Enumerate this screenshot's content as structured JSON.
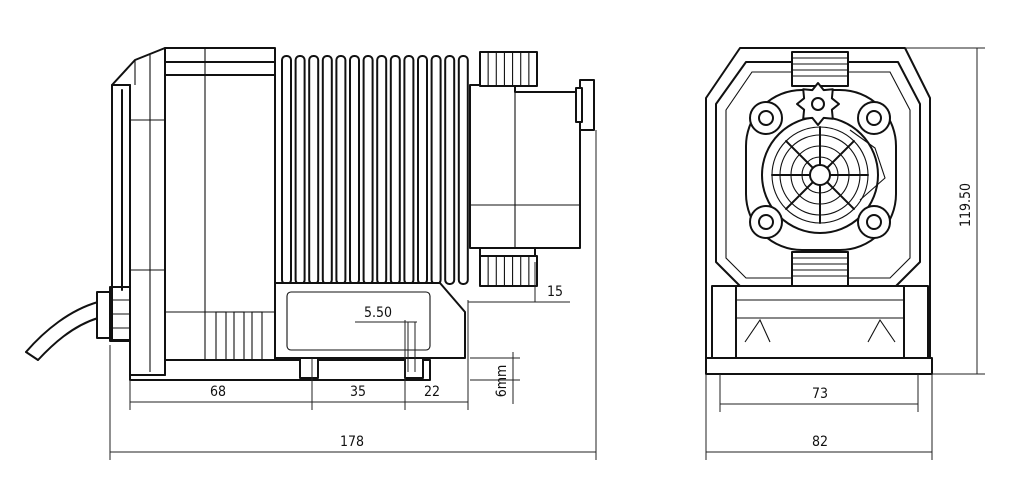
{
  "side_view": {
    "dims": {
      "d68": "68",
      "d35": "35",
      "d22": "22",
      "d550": "5.50",
      "d15": "15",
      "d6mm": "6mm",
      "d178": "178"
    }
  },
  "front_view": {
    "dims": {
      "d73": "73",
      "d82": "82",
      "d11950": "119.50"
    }
  },
  "colors": {
    "line": "#111111",
    "background": "#ffffff"
  }
}
